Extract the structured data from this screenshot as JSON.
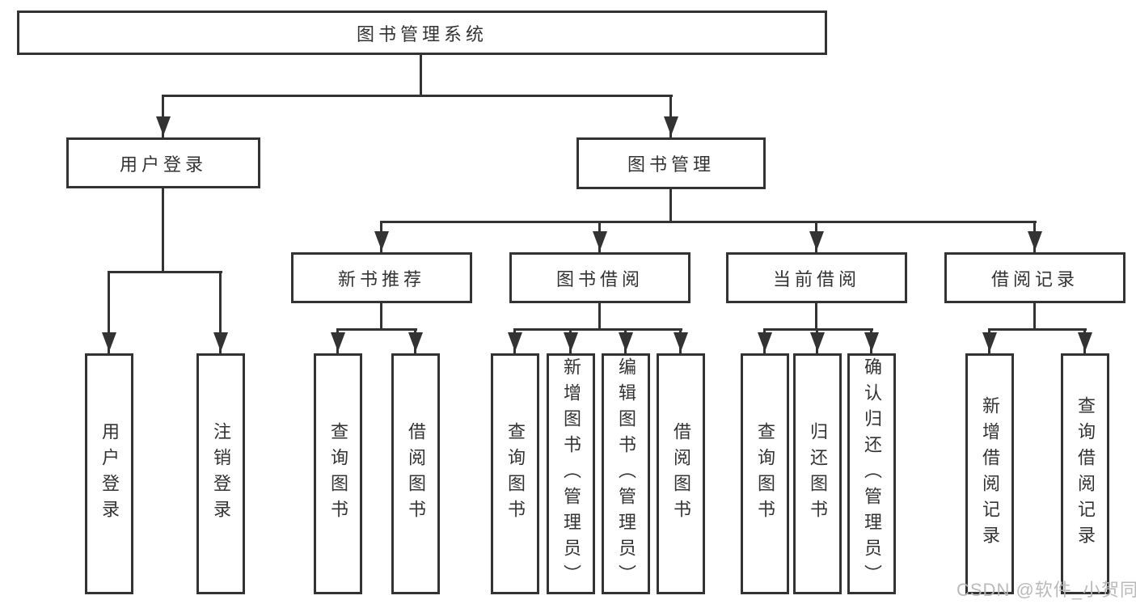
{
  "tree": {
    "label": "图书管理系统",
    "children": [
      {
        "label": "用户登录",
        "children": [
          {
            "label": "用户登录"
          },
          {
            "label": "注销登录"
          }
        ]
      },
      {
        "label": "图书管理",
        "children": [
          {
            "label": "新书推荐",
            "children": [
              {
                "label": "查询图书"
              },
              {
                "label": "借阅图书"
              }
            ]
          },
          {
            "label": "图书借阅",
            "children": [
              {
                "label": "查询图书"
              },
              {
                "label": "新增图书（管理员）"
              },
              {
                "label": "编辑图书（管理员）"
              },
              {
                "label": "借阅图书"
              }
            ]
          },
          {
            "label": "当前借阅",
            "children": [
              {
                "label": "查询图书"
              },
              {
                "label": "归还图书"
              },
              {
                "label": "确认归还（管理员）"
              }
            ]
          },
          {
            "label": "借阅记录",
            "children": [
              {
                "label": "新增借阅记录"
              },
              {
                "label": "查询借阅记录"
              }
            ]
          }
        ]
      }
    ]
  },
  "watermark": {
    "text": "CSDN @软件_小贺同学"
  },
  "colors": {
    "line": "#333333",
    "text": "#333333",
    "background": "#ffffff",
    "watermark": "#b6b6b6"
  }
}
